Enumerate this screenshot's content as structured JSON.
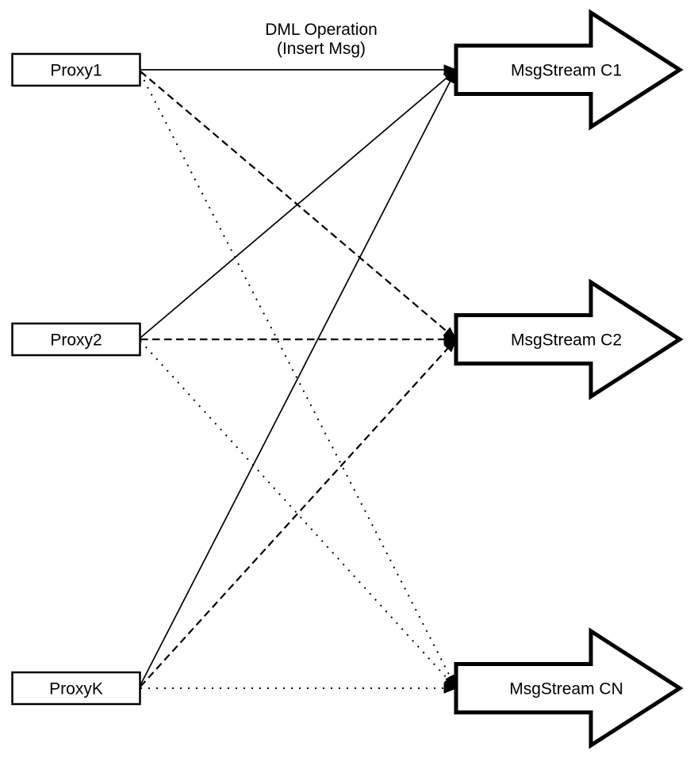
{
  "title": {
    "line1": "DML Operation",
    "line2": "(Insert Msg)"
  },
  "nodes": {
    "proxies": [
      {
        "id": "proxy1",
        "label": "Proxy1"
      },
      {
        "id": "proxy2",
        "label": "Proxy2"
      },
      {
        "id": "proxyk",
        "label": "ProxyK"
      }
    ],
    "streams": [
      {
        "id": "c1",
        "label": "MsgStream C1"
      },
      {
        "id": "c2",
        "label": "MsgStream C2"
      },
      {
        "id": "cn",
        "label": "MsgStream CN"
      }
    ]
  },
  "edges": [
    {
      "from": "proxy1",
      "to": "c1",
      "style": "solid"
    },
    {
      "from": "proxy1",
      "to": "c2",
      "style": "dashed"
    },
    {
      "from": "proxy1",
      "to": "cn",
      "style": "dotted"
    },
    {
      "from": "proxy2",
      "to": "c1",
      "style": "solid"
    },
    {
      "from": "proxy2",
      "to": "c2",
      "style": "dashed"
    },
    {
      "from": "proxy2",
      "to": "cn",
      "style": "dotted"
    },
    {
      "from": "proxyk",
      "to": "c1",
      "style": "solid"
    },
    {
      "from": "proxyk",
      "to": "c2",
      "style": "dashed"
    },
    {
      "from": "proxyk",
      "to": "cn",
      "style": "dotted"
    }
  ],
  "colors": {
    "stroke": "#000000",
    "fill": "#ffffff",
    "background": "#ffffff"
  }
}
